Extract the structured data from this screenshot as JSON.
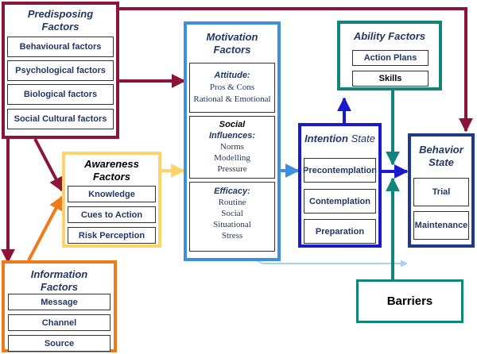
{
  "colors": {
    "predisposing": "#8b1538",
    "information": "#f07a1a",
    "awareness": "#ffd36b",
    "motivation": "#3d8fe0",
    "intention": "#1a1acc",
    "ability": "#12857a",
    "behavior": "#1f3a8a",
    "faded_arrow": "#a8d0f5"
  },
  "predisposing": {
    "title_line1": "Predisposing",
    "title_line2": "Factors",
    "items": [
      "Behavioural factors",
      "Psychological factors",
      "Biological factors",
      "Social Cultural factors"
    ]
  },
  "information": {
    "title_line1": "Information",
    "title_line2": "Factors",
    "items": [
      "Message",
      "Channel",
      "Source"
    ]
  },
  "awareness": {
    "title_line1": "Awareness",
    "title_line2": "Factors",
    "items": [
      "Knowledge",
      "Cues to Action",
      "Risk Perception"
    ]
  },
  "motivation": {
    "title_line1": "Motivation",
    "title_line2": "Factors",
    "attitude": {
      "heading": "Attitude:",
      "lines": [
        "Pros & Cons",
        "Rational & Emotional"
      ]
    },
    "social": {
      "heading_line1": "Social",
      "heading_line2": "Influences:",
      "lines": [
        "Norms",
        "Modelling",
        "Pressure"
      ]
    },
    "efficacy": {
      "heading": "Efficacy:",
      "lines": [
        "Routine",
        "Social",
        "Situational",
        "Stress"
      ]
    }
  },
  "intention": {
    "title_bold": "Intention",
    "title_rest": " State",
    "items": [
      "Precontemplation",
      "Contemplation",
      "Preparation"
    ]
  },
  "ability": {
    "title": "Ability Factors",
    "items": [
      "Action Plans",
      "Skills"
    ]
  },
  "behavior": {
    "title_line1": "Behavior",
    "title_line2": "State",
    "items": [
      "Trial",
      "Maintenance"
    ]
  },
  "barriers": {
    "label": "Barriers"
  }
}
